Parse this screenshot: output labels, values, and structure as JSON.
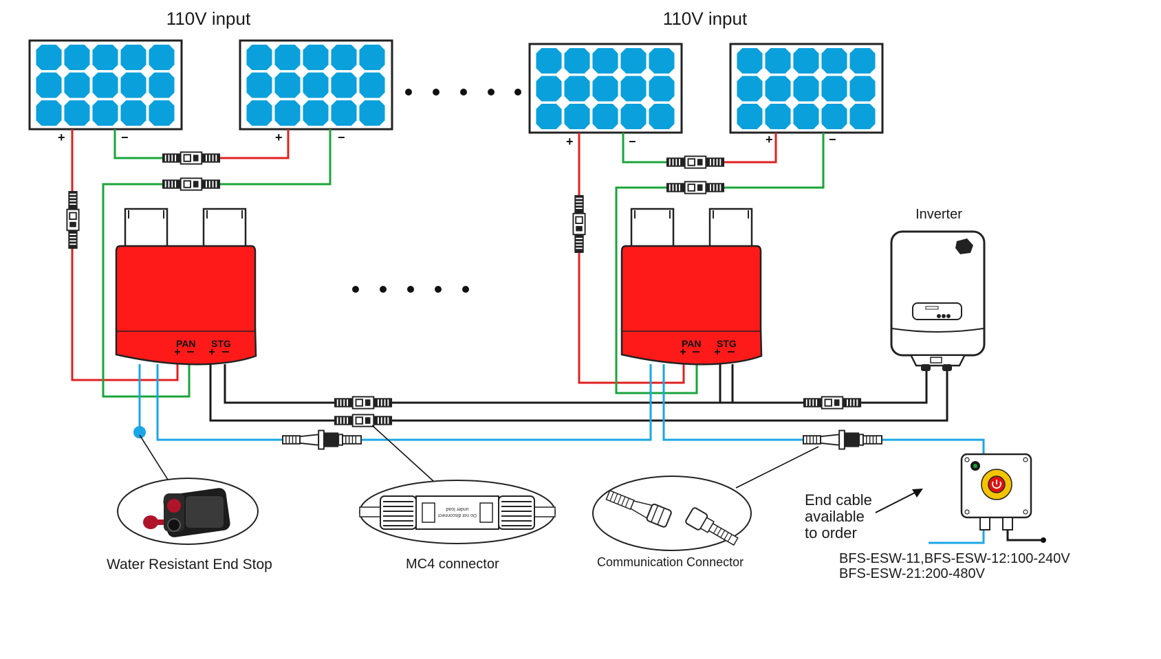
{
  "inputs": {
    "left": "110V input",
    "right": "110V input"
  },
  "terminals": {
    "plus": "+",
    "minus": "−"
  },
  "module": {
    "pan_label": "PAN",
    "stg_label": "STG"
  },
  "inverter": {
    "label": "Inverter"
  },
  "callouts": {
    "end_stop": "Water Resistant End Stop",
    "mc4": "MC4 connector",
    "comm": "Communication Connector",
    "end_cable": [
      "End cable",
      "available",
      "to order"
    ]
  },
  "models": {
    "line1": "BFS-ESW-11,BFS-ESW-12:100-240V",
    "line2": "BFS-ESW-21:200-480V"
  },
  "connector_text": {
    "line1": "Do not disconnect",
    "line2": "under load"
  },
  "colors": {
    "panel_cell": "#0aa0dc",
    "module_red": "#ff1a1a",
    "wire_red": "#e02020",
    "wire_green": "#1aa43a",
    "wire_blue": "#1aa6e6",
    "wire_black": "#1a1a1a"
  }
}
